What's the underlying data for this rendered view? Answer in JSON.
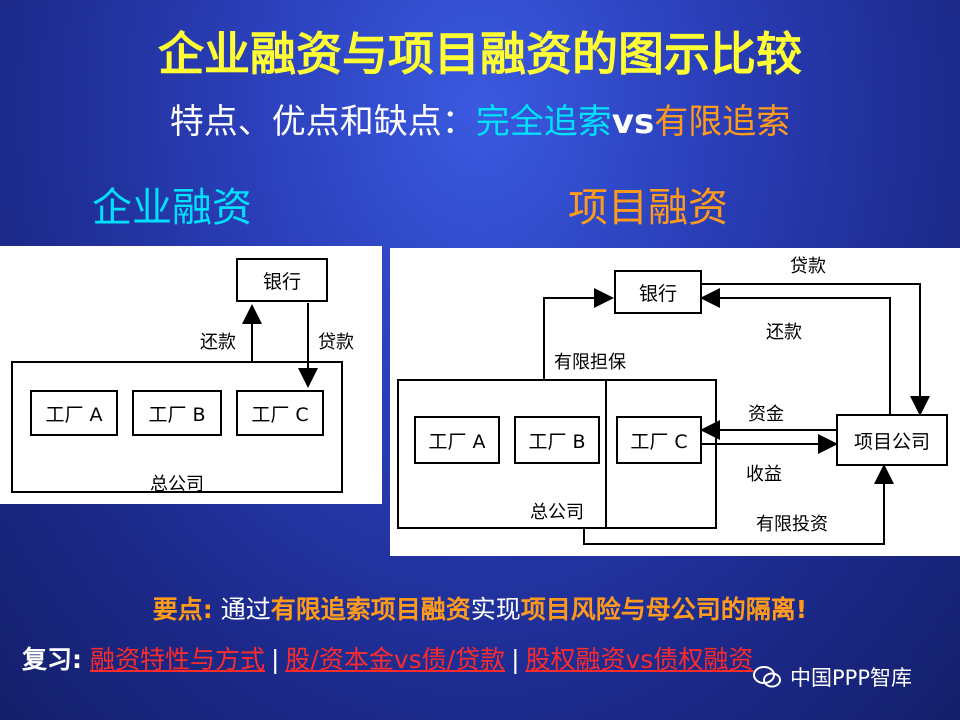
{
  "title": "企业融资与项目融资的图示比较",
  "subtitle": {
    "prefix": "特点、优点和缺点：",
    "a": "完全追索",
    "vs": "vs",
    "b": "有限追索"
  },
  "left_label": "企业融资",
  "right_label": "项目融资",
  "corporate": {
    "bank": "银行",
    "repay": "还款",
    "loan": "贷款",
    "factory_a": "工厂 A",
    "factory_b": "工厂 B",
    "factory_c": "工厂 C",
    "parent": "总公司"
  },
  "project": {
    "bank": "银行",
    "loan": "贷款",
    "repay": "还款",
    "guarantee": "有限担保",
    "factory_a": "工厂 A",
    "factory_b": "工厂 B",
    "factory_c": "工厂 C",
    "funds": "资金",
    "income": "收益",
    "project_co": "项目公司",
    "parent": "总公司",
    "limited_invest": "有限投资"
  },
  "keypoint": {
    "p1": "要点:",
    "p2": " 通过",
    "p3": "有限追索项目融资",
    "p4": "实现",
    "p5": "项目风险与母公司的",
    "p6": "隔离!"
  },
  "review": {
    "label": "复习:",
    "links": [
      "融资特性与方式",
      "股/资本金vs债/贷款",
      "股权融资vs债权融资"
    ],
    "sep": "|"
  },
  "watermark": "中国PPP智库",
  "colors": {
    "title": "#ffff33",
    "cyan": "#00e0ff",
    "orange": "#ff9a1a",
    "link": "#ff2a2a"
  }
}
